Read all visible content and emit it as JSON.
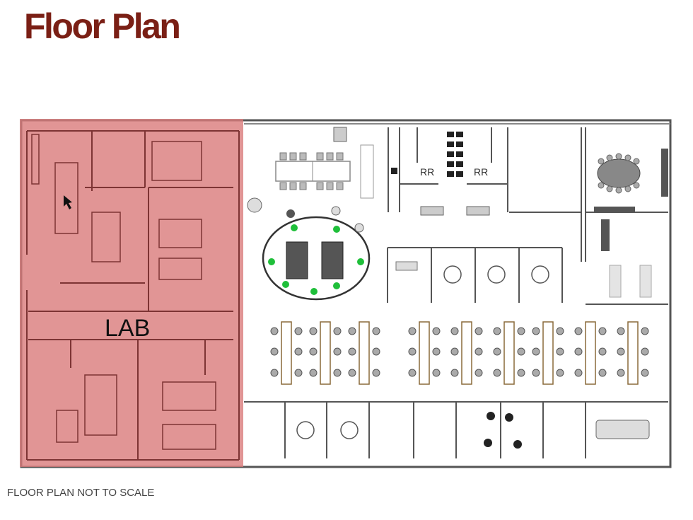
{
  "header": {
    "title": "Floor Plan"
  },
  "plan": {
    "lab_label": "LAB",
    "restroom_labels": [
      "RR",
      "RR"
    ]
  },
  "footer": {
    "note": "FLOOR PLAN NOT TO SCALE"
  },
  "colors": {
    "title": "#7a1f15",
    "lab_highlight": "#d97a7a",
    "walls": "#555555",
    "plants": "#1fbf3a",
    "furniture": "#9a9a9a"
  },
  "icons": [
    "cursor-arrow-icon",
    "plant-icon",
    "chair-icon",
    "desk-icon"
  ]
}
